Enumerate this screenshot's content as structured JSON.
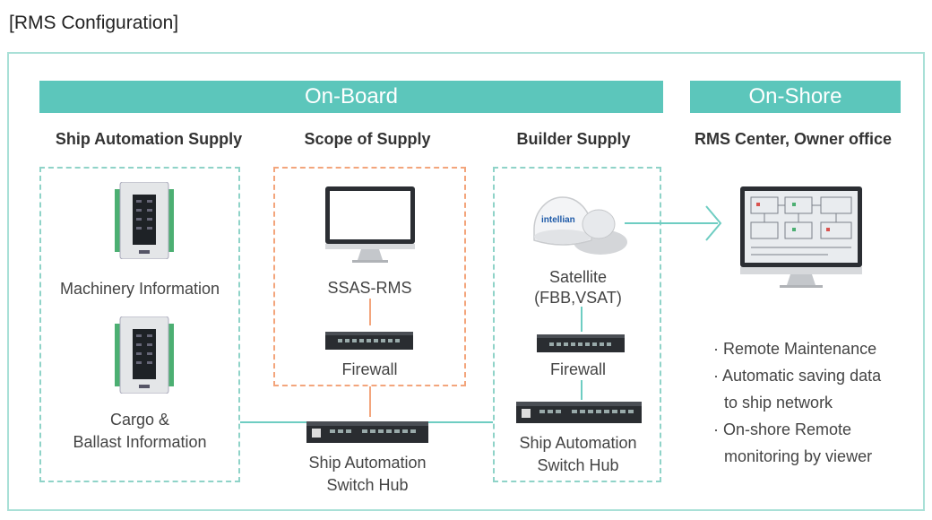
{
  "title": "[RMS Configuration]",
  "bands": {
    "onboard": "On-Board",
    "onshore": "On-Shore"
  },
  "columns": {
    "ship_automation": "Ship Automation Supply",
    "scope": "Scope of Supply",
    "builder": "Builder Supply",
    "rms_center": "RMS Center, Owner office"
  },
  "devices": {
    "machinery": "Machinery Information",
    "cargo_line1": "Cargo &",
    "cargo_line2": "Ballast  Information",
    "ssas": "SSAS-RMS",
    "firewall_scope": "Firewall",
    "switch_hub_line1": "Ship Automation",
    "switch_hub_line2": "Switch Hub",
    "satellite_line1": "Satellite",
    "satellite_line2": "(FBB,VSAT)",
    "satellite_brand": "intellian",
    "firewall_builder": "Firewall",
    "builder_hub_line1": "Ship Automation",
    "builder_hub_line2": "Switch Hub"
  },
  "features": [
    "· Remote Maintenance",
    "· Automatic saving data",
    "  to ship network",
    "· On-shore Remote",
    "  monitoring by viewer"
  ],
  "colors": {
    "accent": "#5cc6bb",
    "orange": "#f3a57c",
    "frame": "#a9e0d7"
  }
}
